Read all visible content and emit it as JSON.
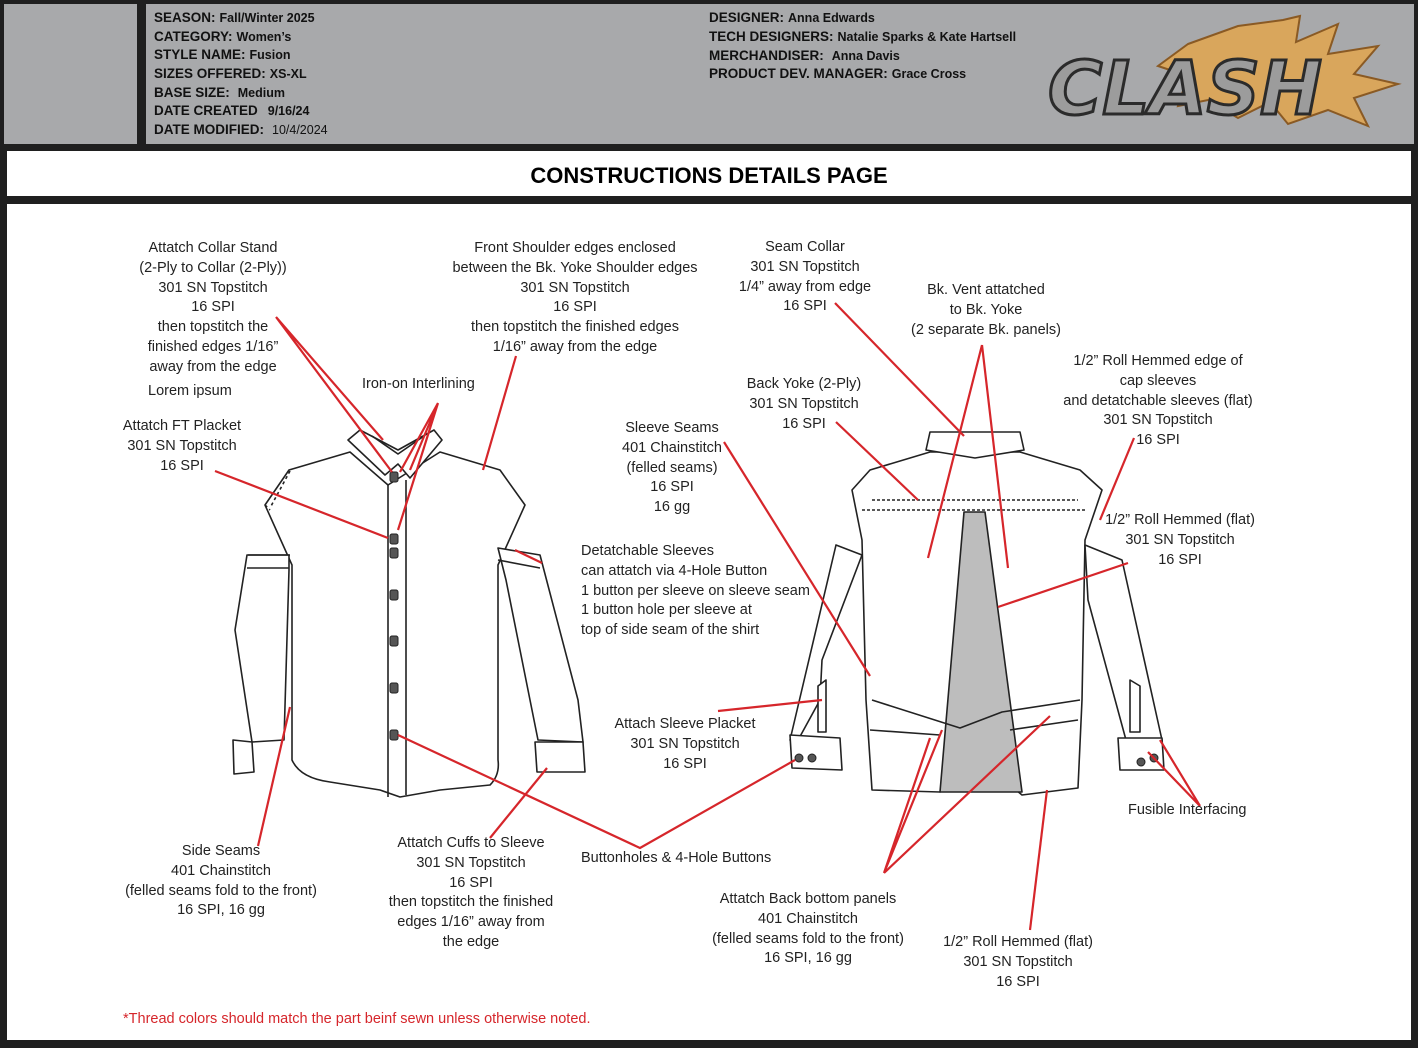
{
  "header": {
    "season_key": "SEASON:",
    "season": "Fall/Winter 2025",
    "category_key": "CATEGORY:",
    "category": "Women’s",
    "style_key": "STYLE NAME:",
    "style": "Fusion",
    "sizes_key": "SIZES OFFERED:",
    "sizes": "XS-XL",
    "base_key": "BASE SIZE:",
    "base": "Medium",
    "created_key": "DATE CREATED",
    "created": "9/16/24",
    "modified_key": "DATE MODIFIED:",
    "modified": "10/4/2024",
    "designer_key": "DESIGNER:",
    "designer": "Anna Edwards",
    "tech_key": "TECH DESIGNERS:",
    "tech": "Natalie Sparks & Kate Hartsell",
    "merch_key": "MERCHANDISER:",
    "merch": "Anna Davis",
    "pdm_key": "PRODUCT DEV. MANAGER:",
    "pdm": "Grace Cross",
    "logo_text": "CLASH"
  },
  "page_title": "CONSTRUCTIONS DETAILS PAGE",
  "callouts": {
    "collar_stand": [
      "Attatch Collar Stand",
      "(2-Ply to Collar (2-Ply))",
      "301 SN Topstitch",
      "16 SPI",
      "then topstitch the",
      "finished edges 1/16”",
      "away from the edge"
    ],
    "lorem": "Lorem ipsum",
    "front_shoulder": [
      "Front Shoulder edges enclosed",
      "between the Bk. Yoke Shoulder edges",
      "301 SN Topstitch",
      "16 SPI",
      "then topstitch the finished edges",
      "1/16” away from the edge"
    ],
    "interlining": "Iron-on Interlining",
    "placket": [
      "Attatch FT Placket",
      "301 SN Topstitch",
      "16 SPI"
    ],
    "seam_collar": [
      "Seam Collar",
      "301 SN Topstitch",
      "1/4” away from edge",
      "16 SPI"
    ],
    "bk_vent": [
      "Bk. Vent attatched",
      "to Bk. Yoke",
      "(2 separate Bk. panels)"
    ],
    "roll_cap": [
      "1/2” Roll Hemmed edge of",
      "cap sleeves",
      "and detatchable sleeves (flat)",
      "301 SN Topstitch",
      "16 SPI"
    ],
    "back_yoke": [
      "Back Yoke (2-Ply)",
      "301 SN Topstitch",
      "16 SPI"
    ],
    "sleeve_seams": [
      "Sleeve Seams",
      "401 Chainstitch",
      "(felled seams)",
      "16 SPI",
      "16 gg"
    ],
    "roll_flat_right": [
      "1/2” Roll Hemmed (flat)",
      "301 SN Topstitch",
      "16 SPI"
    ],
    "detachable": [
      "Detatchable Sleeves",
      "can attatch via 4-Hole Button",
      "1 button per sleeve on sleeve seam",
      "1 button hole per sleeve at",
      "top of side seam of the shirt"
    ],
    "sleeve_placket": [
      "Attach Sleeve Placket",
      "301 SN Topstitch",
      "16 SPI"
    ],
    "fusible": "Fusible Interfacing",
    "side_seams": [
      "Side Seams",
      "401 Chainstitch",
      "(felled seams fold to the front)",
      "16 SPI, 16 gg"
    ],
    "cuffs": [
      "Attatch Cuffs to Sleeve",
      "301 SN Topstitch",
      "16 SPI",
      "then topstitch the finished",
      "edges 1/16” away from",
      "the edge"
    ],
    "buttonholes": "Buttonholes & 4-Hole Buttons",
    "back_bottom": [
      "Attatch Back bottom panels",
      "401 Chainstitch",
      "(felled seams fold to the front)",
      "16 SPI, 16 gg"
    ],
    "roll_bottom": [
      "1/2” Roll Hemmed (flat)",
      "301 SN Topstitch",
      "16 SPI"
    ]
  },
  "footnote": "*Thread colors should match the part beinf sewn unless otherwise noted.",
  "colors": {
    "header_bg": "#a8a9ab",
    "leader": "#d6262b",
    "frame": "#1f1f1f",
    "vent": "#bdbdbd"
  }
}
